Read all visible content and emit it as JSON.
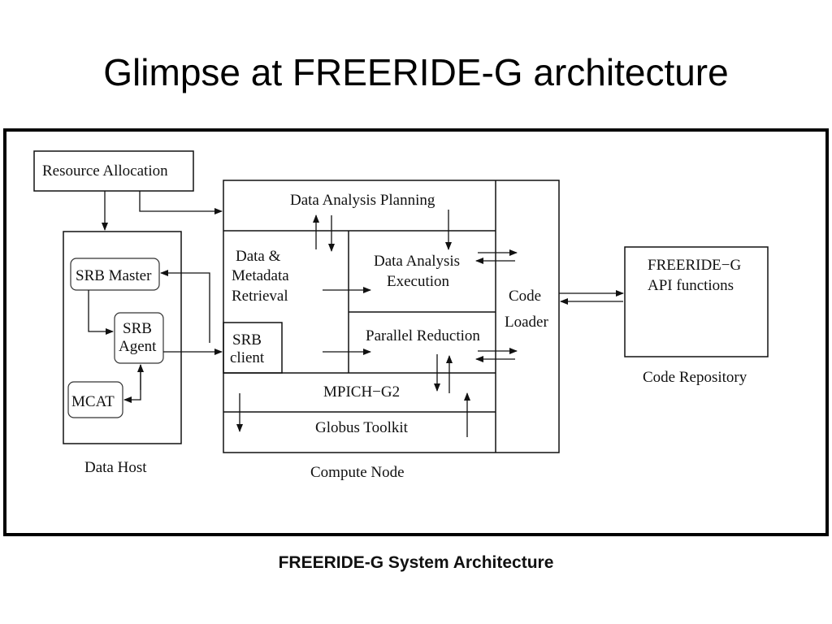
{
  "slide": {
    "title": "Glimpse at FREERIDE-G architecture"
  },
  "figure": {
    "caption": "FREERIDE-G System Architecture",
    "resource_allocation": "Resource Allocation",
    "data_host": {
      "label": "Data Host",
      "srb_master": "SRB Master",
      "srb_agent_line1": "SRB",
      "srb_agent_line2": "Agent",
      "mcat": "MCAT"
    },
    "compute_node": {
      "label": "Compute Node",
      "planning": "Data Analysis Planning",
      "retrieval_line1": "Data &",
      "retrieval_line2": "Metadata",
      "retrieval_line3": "Retrieval",
      "execution_line1": "Data Analysis",
      "execution_line2": "Execution",
      "srb_client_line1": "SRB",
      "srb_client_line2": "client",
      "parallel_reduction": "Parallel Reduction",
      "mpich": "MPICH−G2",
      "globus": "Globus Toolkit",
      "code_loader_line1": "Code",
      "code_loader_line2": "Loader"
    },
    "code_repository": {
      "label": "Code Repository",
      "api_line1": "FREERIDE−G",
      "api_line2": "API functions"
    }
  }
}
